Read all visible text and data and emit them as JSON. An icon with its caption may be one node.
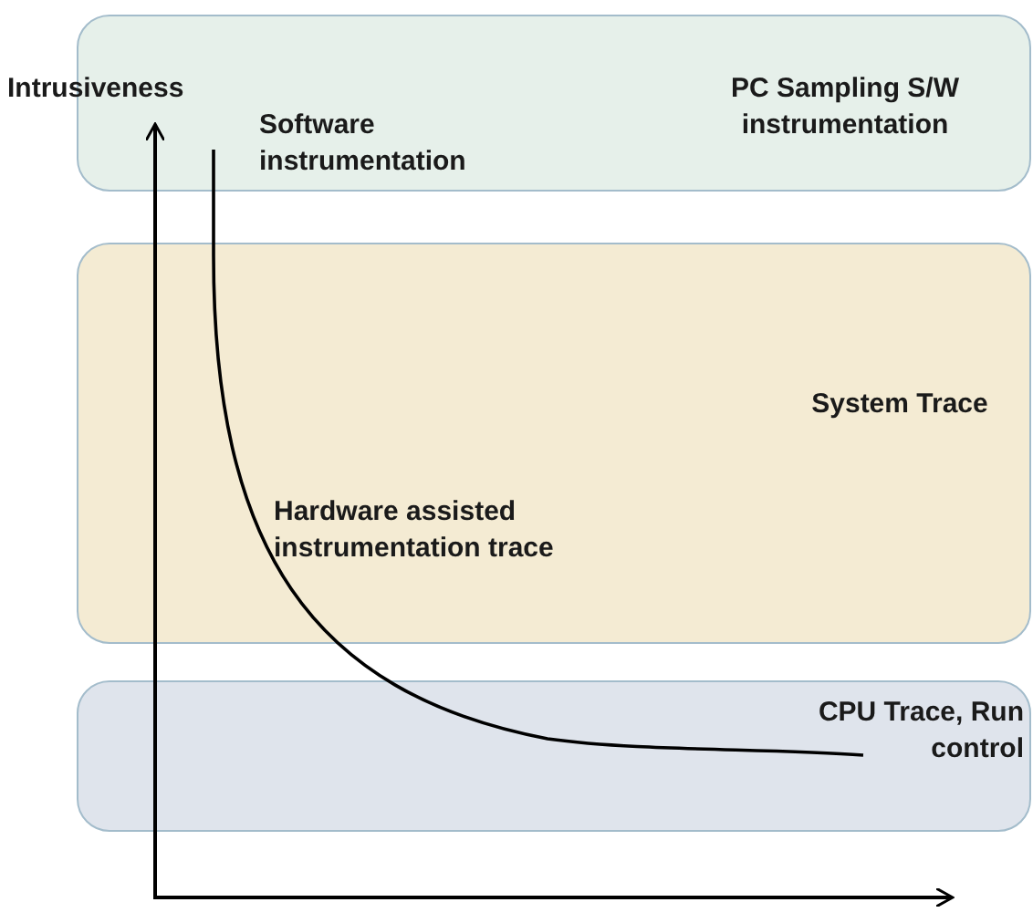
{
  "diagram": {
    "nodes": [
      {
        "text": [
          "PC Sampling S/W instrumentation"
        ]
      },
      {
        "text": [
          "System Trace"
        ]
      },
      {
        "text": [
          "CPU Trace, Run control"
        ]
      }
    ],
    "labels": [
      "Intrusiveness",
      "Software instrumentation",
      "Hardware assisted instrumentation trace"
    ]
  }
}
